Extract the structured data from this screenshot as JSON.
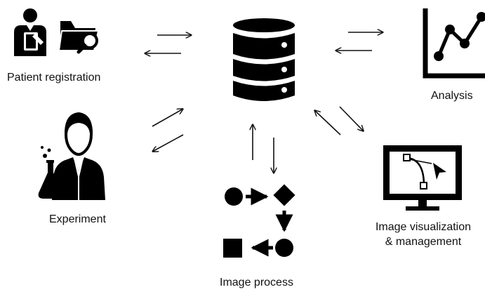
{
  "nodes": {
    "patient_registration": {
      "label": "Patient registration",
      "icons": [
        "doctor-with-clipboard-icon",
        "folder-search-icon"
      ]
    },
    "database": {
      "icons": [
        "database-icon"
      ]
    },
    "analysis": {
      "label": "Analysis",
      "icons": [
        "line-chart-icon"
      ]
    },
    "experiment": {
      "label": "Experiment",
      "icons": [
        "scientist-with-flask-icon"
      ]
    },
    "image_process": {
      "label": "Image process",
      "icons": [
        "flowchart-process-icon"
      ]
    },
    "image_visualization": {
      "label_line1": "Image visualization",
      "label_line2": "& management",
      "icons": [
        "monitor-bezier-curve-icon"
      ]
    }
  },
  "edges": [
    {
      "from": "patient_registration",
      "to": "database",
      "type": "bidirectional-arrows"
    },
    {
      "from": "database",
      "to": "analysis",
      "type": "bidirectional-arrows"
    },
    {
      "from": "experiment",
      "to": "database",
      "type": "bidirectional-arrows"
    },
    {
      "from": "database",
      "to": "image_process",
      "type": "bidirectional-arrows"
    },
    {
      "from": "database",
      "to": "image_visualization",
      "type": "bidirectional-arrows"
    }
  ],
  "colors": {
    "icon": "#000000",
    "arrow": "#111111",
    "text": "#111111",
    "background": "#ffffff"
  }
}
